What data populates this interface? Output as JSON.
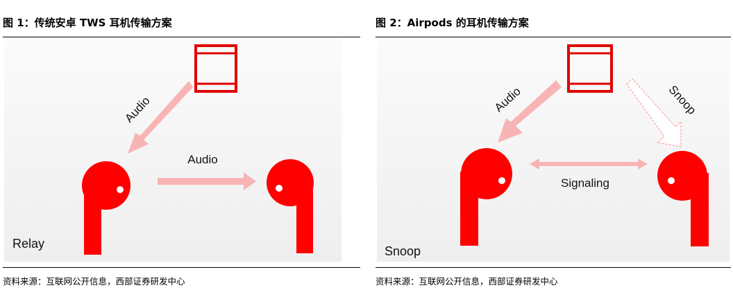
{
  "figure1": {
    "title": "图 1：传统安卓 TWS 耳机传输方案",
    "arrow_phone_label": "Audio",
    "arrow_bud_label": "Audio",
    "mode_label": "Relay",
    "source": "资料来源：互联网公开信息，西部证券研发中心"
  },
  "figure2": {
    "title": "图 2：Airpods 的耳机传输方案",
    "arrow_phone_label": "Audio",
    "arrow_snoop_label": "Snoop",
    "signaling_label": "Signaling",
    "mode_label": "Snoop",
    "source": "资料来源：互联网公开信息，西部证券研发中心"
  },
  "colors": {
    "device_red": "#e00000",
    "earbud_red": "#ff0000",
    "arrow_pink": "#f8b4b4"
  }
}
